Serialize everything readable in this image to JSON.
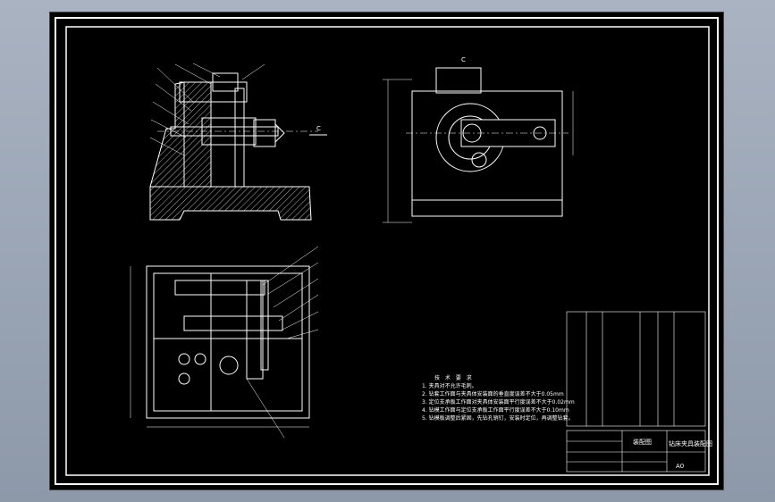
{
  "view_label": "C",
  "tech_notes": {
    "title": "技 术 要 求",
    "items": [
      "1. 夹具对不允许毛刺。",
      "2. 钻套工作面与夹具体安装面的垂直度误差不大于0.05mm",
      "3. 定位支承板工作面对夹具体安装面平行度误差不大于0.02mm",
      "4. 钻模工作面与定位支承板工作面平行度误差不大于0.10mm",
      "5. 钻模板调整后紧固，先钻孔销钉，安装时定位，再调整钻套。"
    ]
  },
  "title_block": {
    "drawing_name": "钻床夹具装配图",
    "view_name": "装配图",
    "sheet_mark": "A0"
  },
  "colors": {
    "sheet": "#000000",
    "line": "#ffffff",
    "viewport_bg": "#97a2b2"
  }
}
